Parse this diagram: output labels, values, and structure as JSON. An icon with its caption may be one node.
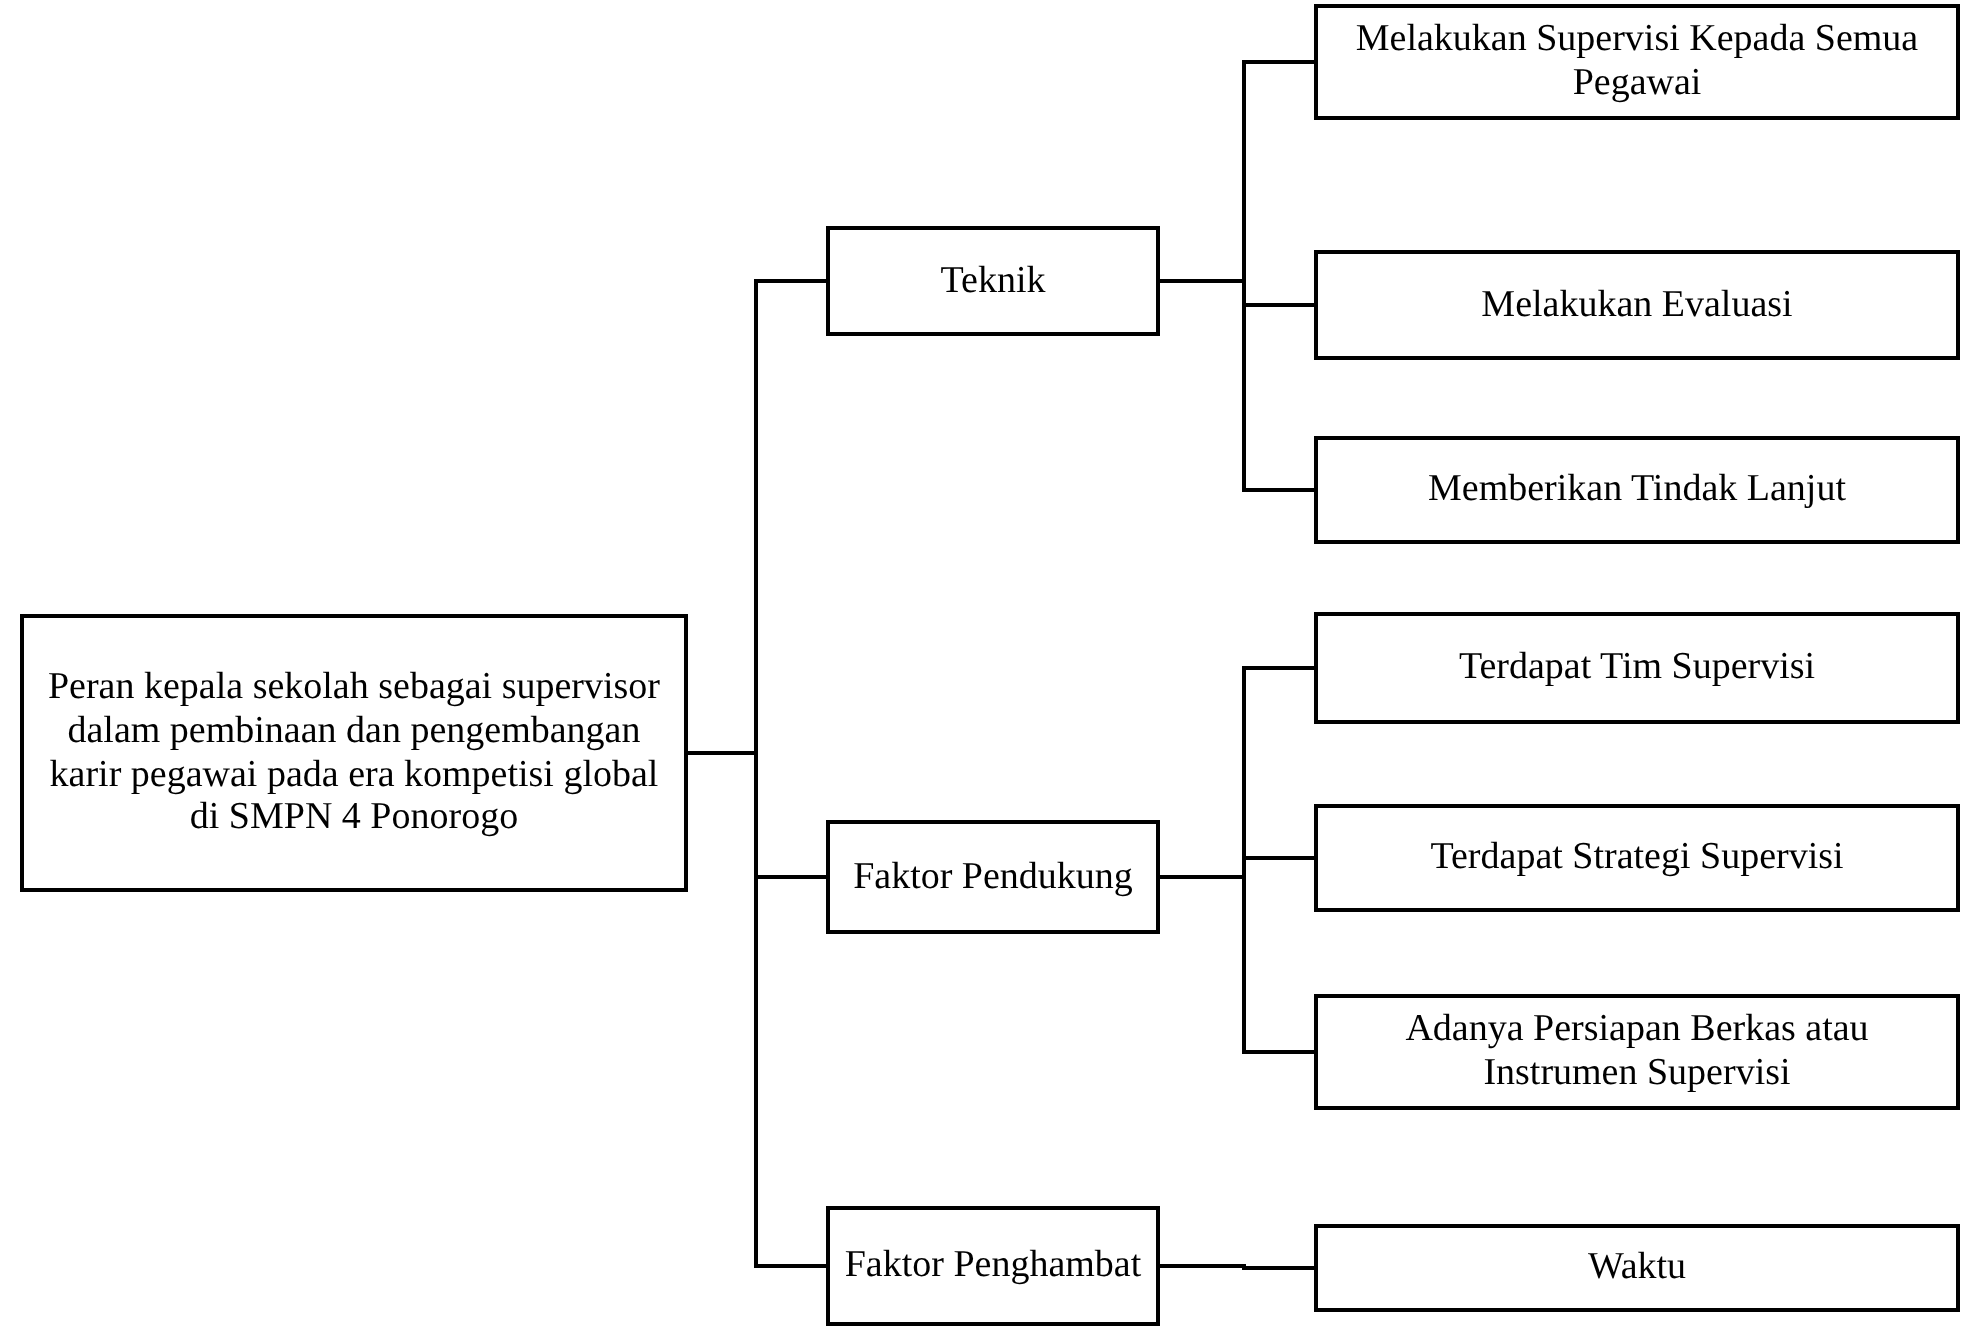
{
  "diagram": {
    "nodes": [
      {
        "text": [
          "Peran kepala sekolah sebagai supervisor dalam pembinaan dan pengembangan karir pegawai pada era kompetisi global di SMPN 4 Ponorogo"
        ]
      },
      {
        "text": [
          "Teknik"
        ]
      },
      {
        "text": [
          "Faktor Pendukung"
        ]
      },
      {
        "text": [
          "Faktor Penghambat"
        ]
      },
      {
        "text": [
          "Melakukan Supervisi Kepada Semua Pegawai"
        ]
      },
      {
        "text": [
          "Melakukan Evaluasi"
        ]
      },
      {
        "text": [
          "Memberikan Tindak Lanjut"
        ]
      },
      {
        "text": [
          "Terdapat Tim Supervisi"
        ]
      },
      {
        "text": [
          "Terdapat Strategi Supervisi"
        ]
      },
      {
        "text": [
          "Adanya Persiapan Berkas atau Instrumen Supervisi"
        ]
      },
      {
        "text": [
          "Waktu"
        ]
      }
    ],
    "edges": [
      {
        "from": 0,
        "to": 1,
        "arrow": "none"
      },
      {
        "from": 0,
        "to": 2,
        "arrow": "none"
      },
      {
        "from": 0,
        "to": 3,
        "arrow": "none"
      },
      {
        "from": 1,
        "to": 4,
        "arrow": "none"
      },
      {
        "from": 1,
        "to": 5,
        "arrow": "none"
      },
      {
        "from": 1,
        "to": 6,
        "arrow": "none"
      },
      {
        "from": 2,
        "to": 7,
        "arrow": "none"
      },
      {
        "from": 2,
        "to": 8,
        "arrow": "none"
      },
      {
        "from": 2,
        "to": 9,
        "arrow": "none"
      },
      {
        "from": 3,
        "to": 10,
        "arrow": "none"
      }
    ]
  }
}
